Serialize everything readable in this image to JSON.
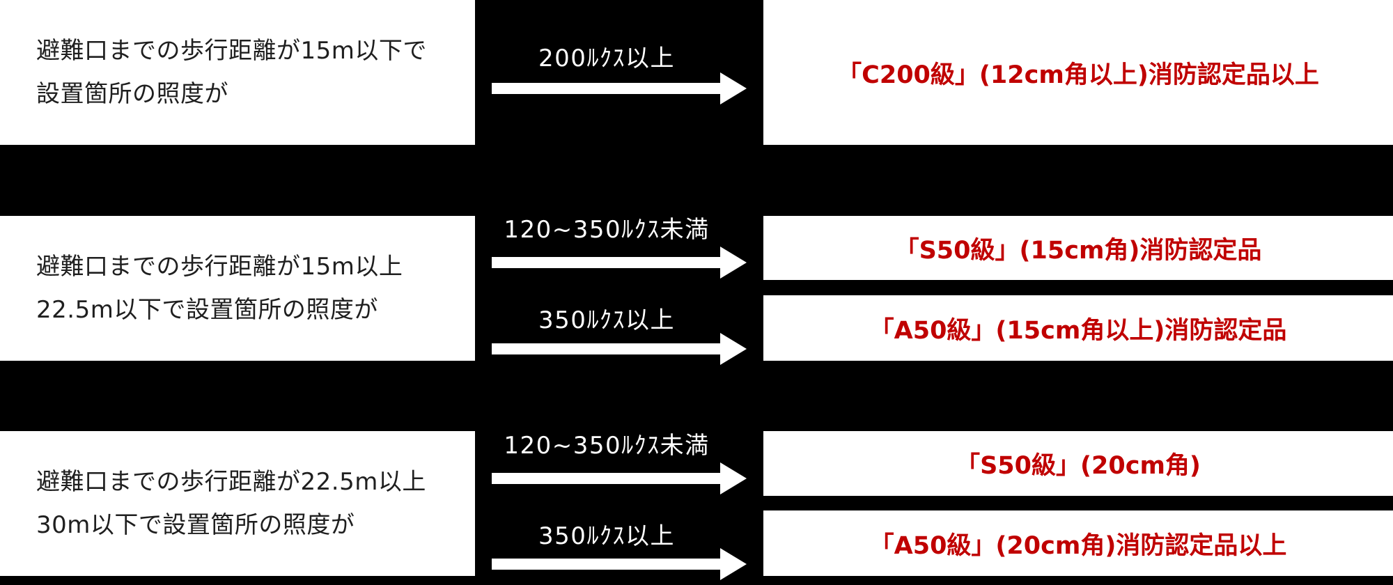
{
  "colors": {
    "background": "#000000",
    "result_text": "#c00000",
    "condition_text": "#1f1f1f",
    "label_text": "#ffffff"
  },
  "groups": [
    {
      "condition_lines": [
        "避難口までの歩行距離が15m以下で",
        "設置箇所の照度が"
      ],
      "branches": [
        {
          "lux": "200ﾙｸｽ以上",
          "result": "「C200級」(12cm角以上)消防認定品以上"
        }
      ]
    },
    {
      "condition_lines": [
        "避難口までの歩行距離が15m以上",
        "22.5m以下で設置箇所の照度が"
      ],
      "branches": [
        {
          "lux": "120~350ﾙｸｽ未満",
          "result": "「S50級」(15cm角)消防認定品"
        },
        {
          "lux": "350ﾙｸｽ以上",
          "result": "「A50級」(15cm角以上)消防認定品"
        }
      ]
    },
    {
      "condition_lines": [
        "避難口までの歩行距離が22.5m以上",
        "30m以下で設置箇所の照度が"
      ],
      "branches": [
        {
          "lux": "120~350ﾙｸｽ未満",
          "result": "「S50級」(20cm角)"
        },
        {
          "lux": "350ﾙｸｽ以上",
          "result": "「A50級」(20cm角)消防認定品以上"
        }
      ]
    }
  ],
  "icons": {
    "arrow": "right-arrow-icon"
  }
}
